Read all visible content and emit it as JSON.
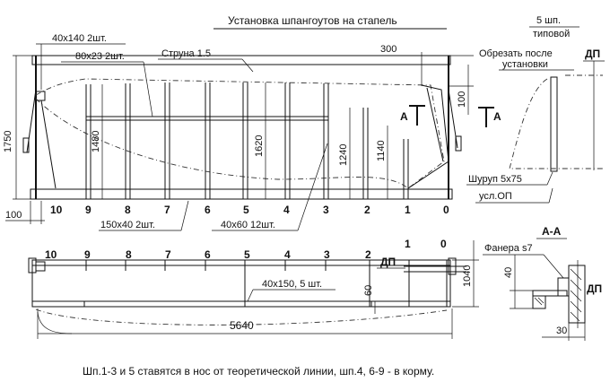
{
  "title": "Установка шпангоутов на стапель",
  "main_view": {
    "frame_numbers": [
      "10",
      "9",
      "8",
      "7",
      "6",
      "5",
      "4",
      "3",
      "2",
      "1",
      "0"
    ],
    "callouts": {
      "posts": "40x140 2шт.",
      "braces": "80x23 2шт.",
      "string": "Струна 1.5",
      "beams": "150x40 2шт.",
      "bars": "40x60 12шт."
    },
    "dims": {
      "overall_height": "1750",
      "end_offset": "100",
      "top_offset": "300",
      "side_offset": "100",
      "h1480": "1480",
      "h1620": "1620",
      "h1240": "1240",
      "h1140": "1140"
    },
    "section_mark": "А"
  },
  "side_detail": {
    "note_frames": "5 шп.",
    "note_type": "типовой",
    "cut_note_1": "Обрезать после",
    "cut_note_2": "установки",
    "dp": "ДП",
    "screw": "Шуруп 5x75",
    "support": "усл.ОП"
  },
  "plan_view": {
    "frame_numbers": [
      "10",
      "9",
      "8",
      "7",
      "6",
      "5",
      "4",
      "3",
      "2",
      "1",
      "0"
    ],
    "dp": "ДП",
    "bars_callout": "40x150, 5 шт.",
    "dim_60": "60",
    "length": "5640",
    "width": "1040"
  },
  "section_aa": {
    "title": "А-А",
    "plywood": "Фанера s7",
    "dim_40": "40",
    "dim_30": "30",
    "dp": "ДП"
  },
  "footnote": "Шп.1-3 и 5 ставятся в нос от теоретической линии, шп.4, 6-9 - в корму."
}
